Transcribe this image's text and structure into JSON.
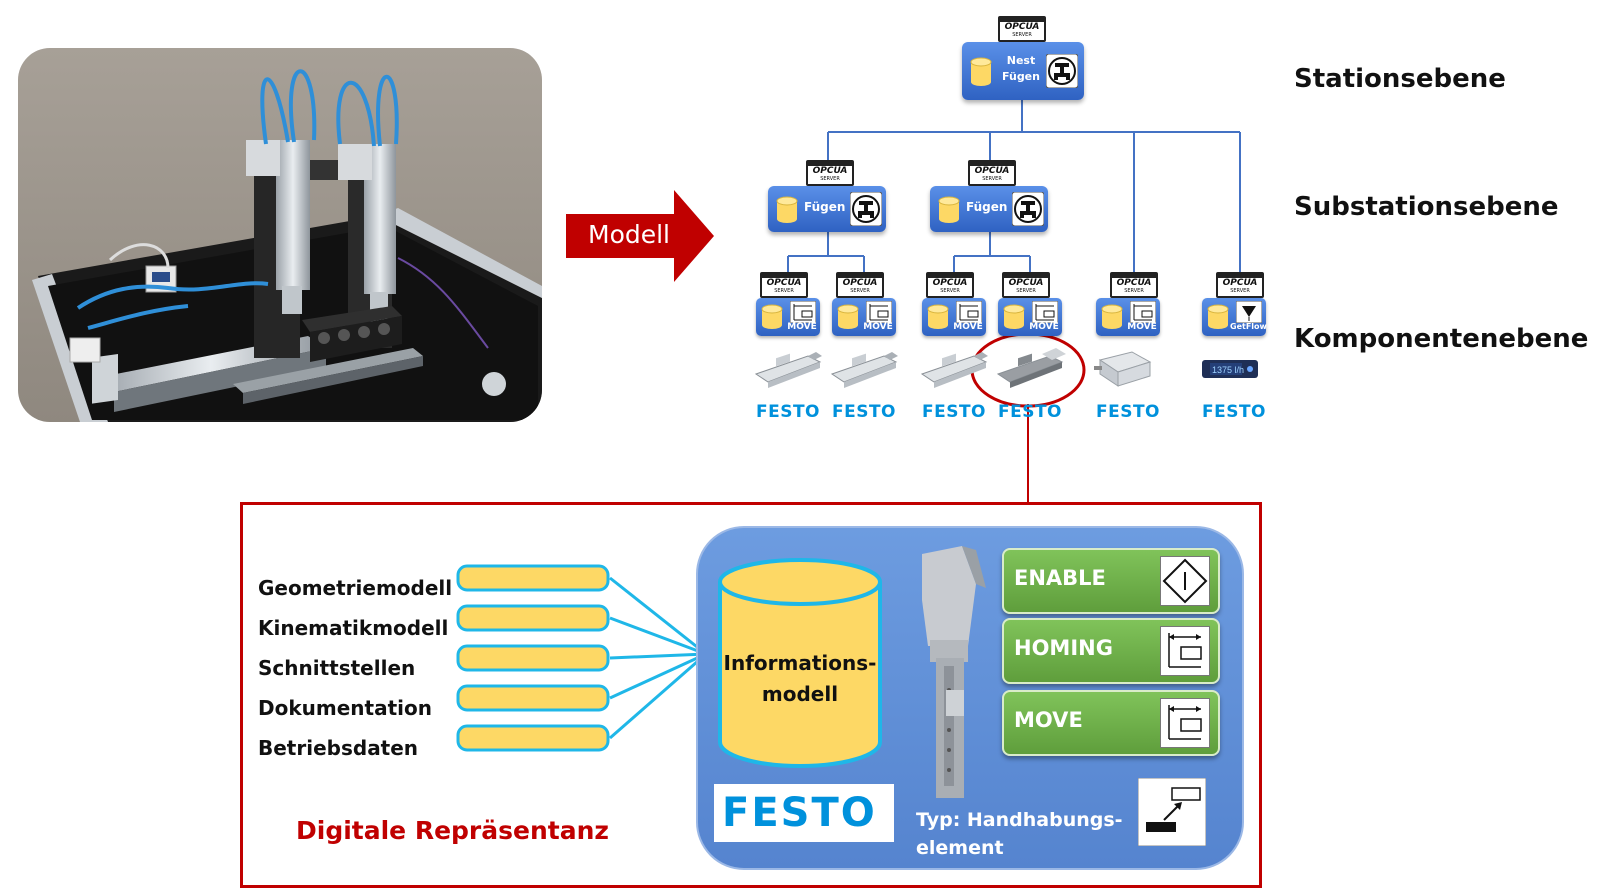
{
  "arrow": {
    "label": "Modell"
  },
  "levels": {
    "station": "Stationsebene",
    "substation": "Substationsebene",
    "component": "Komponentenebene"
  },
  "server_badge": {
    "brand": "OPCUA",
    "subtitle": "SERVER"
  },
  "station_node": {
    "line1": "Nest",
    "line2": "Fügen"
  },
  "substation_nodes": [
    {
      "label": "Fügen"
    },
    {
      "label": "Fügen"
    }
  ],
  "component_nodes": [
    {
      "label": "MOVE",
      "brand": "FESTO"
    },
    {
      "label": "MOVE",
      "brand": "FESTO"
    },
    {
      "label": "MOVE",
      "brand": "FESTO"
    },
    {
      "label": "MOVE",
      "brand": "FESTO"
    },
    {
      "label": "MOVE",
      "brand": "FESTO"
    },
    {
      "label": "GetFlow",
      "brand": "FESTO"
    }
  ],
  "flow_display": "1375 l/h",
  "digital_representation": {
    "title": "Digitale Repräsentanz",
    "categories": [
      "Geometriemodell",
      "Kinematikmodell",
      "Schnittstellen",
      "Dokumentation",
      "Betriebsdaten"
    ],
    "info_model": {
      "line1": "Informations-",
      "line2": "modell"
    },
    "functions": [
      {
        "label": "ENABLE",
        "icon": "enable-diamond-icon"
      },
      {
        "label": "HOMING",
        "icon": "homing-icon"
      },
      {
        "label": "MOVE",
        "icon": "move-icon"
      }
    ],
    "brand": "FESTO",
    "type": {
      "line1": "Typ: Handhabungs-",
      "line2": "element"
    }
  },
  "colors": {
    "arrow_red": "#c00000",
    "node_blue": "#3f78d8",
    "cylinder_yellow": "#fdd865",
    "cylinder_border": "#1fb7e8",
    "func_green": "#70ad47",
    "panel_blue": "#5b8ed6",
    "festo_blue": "#0091dc"
  }
}
